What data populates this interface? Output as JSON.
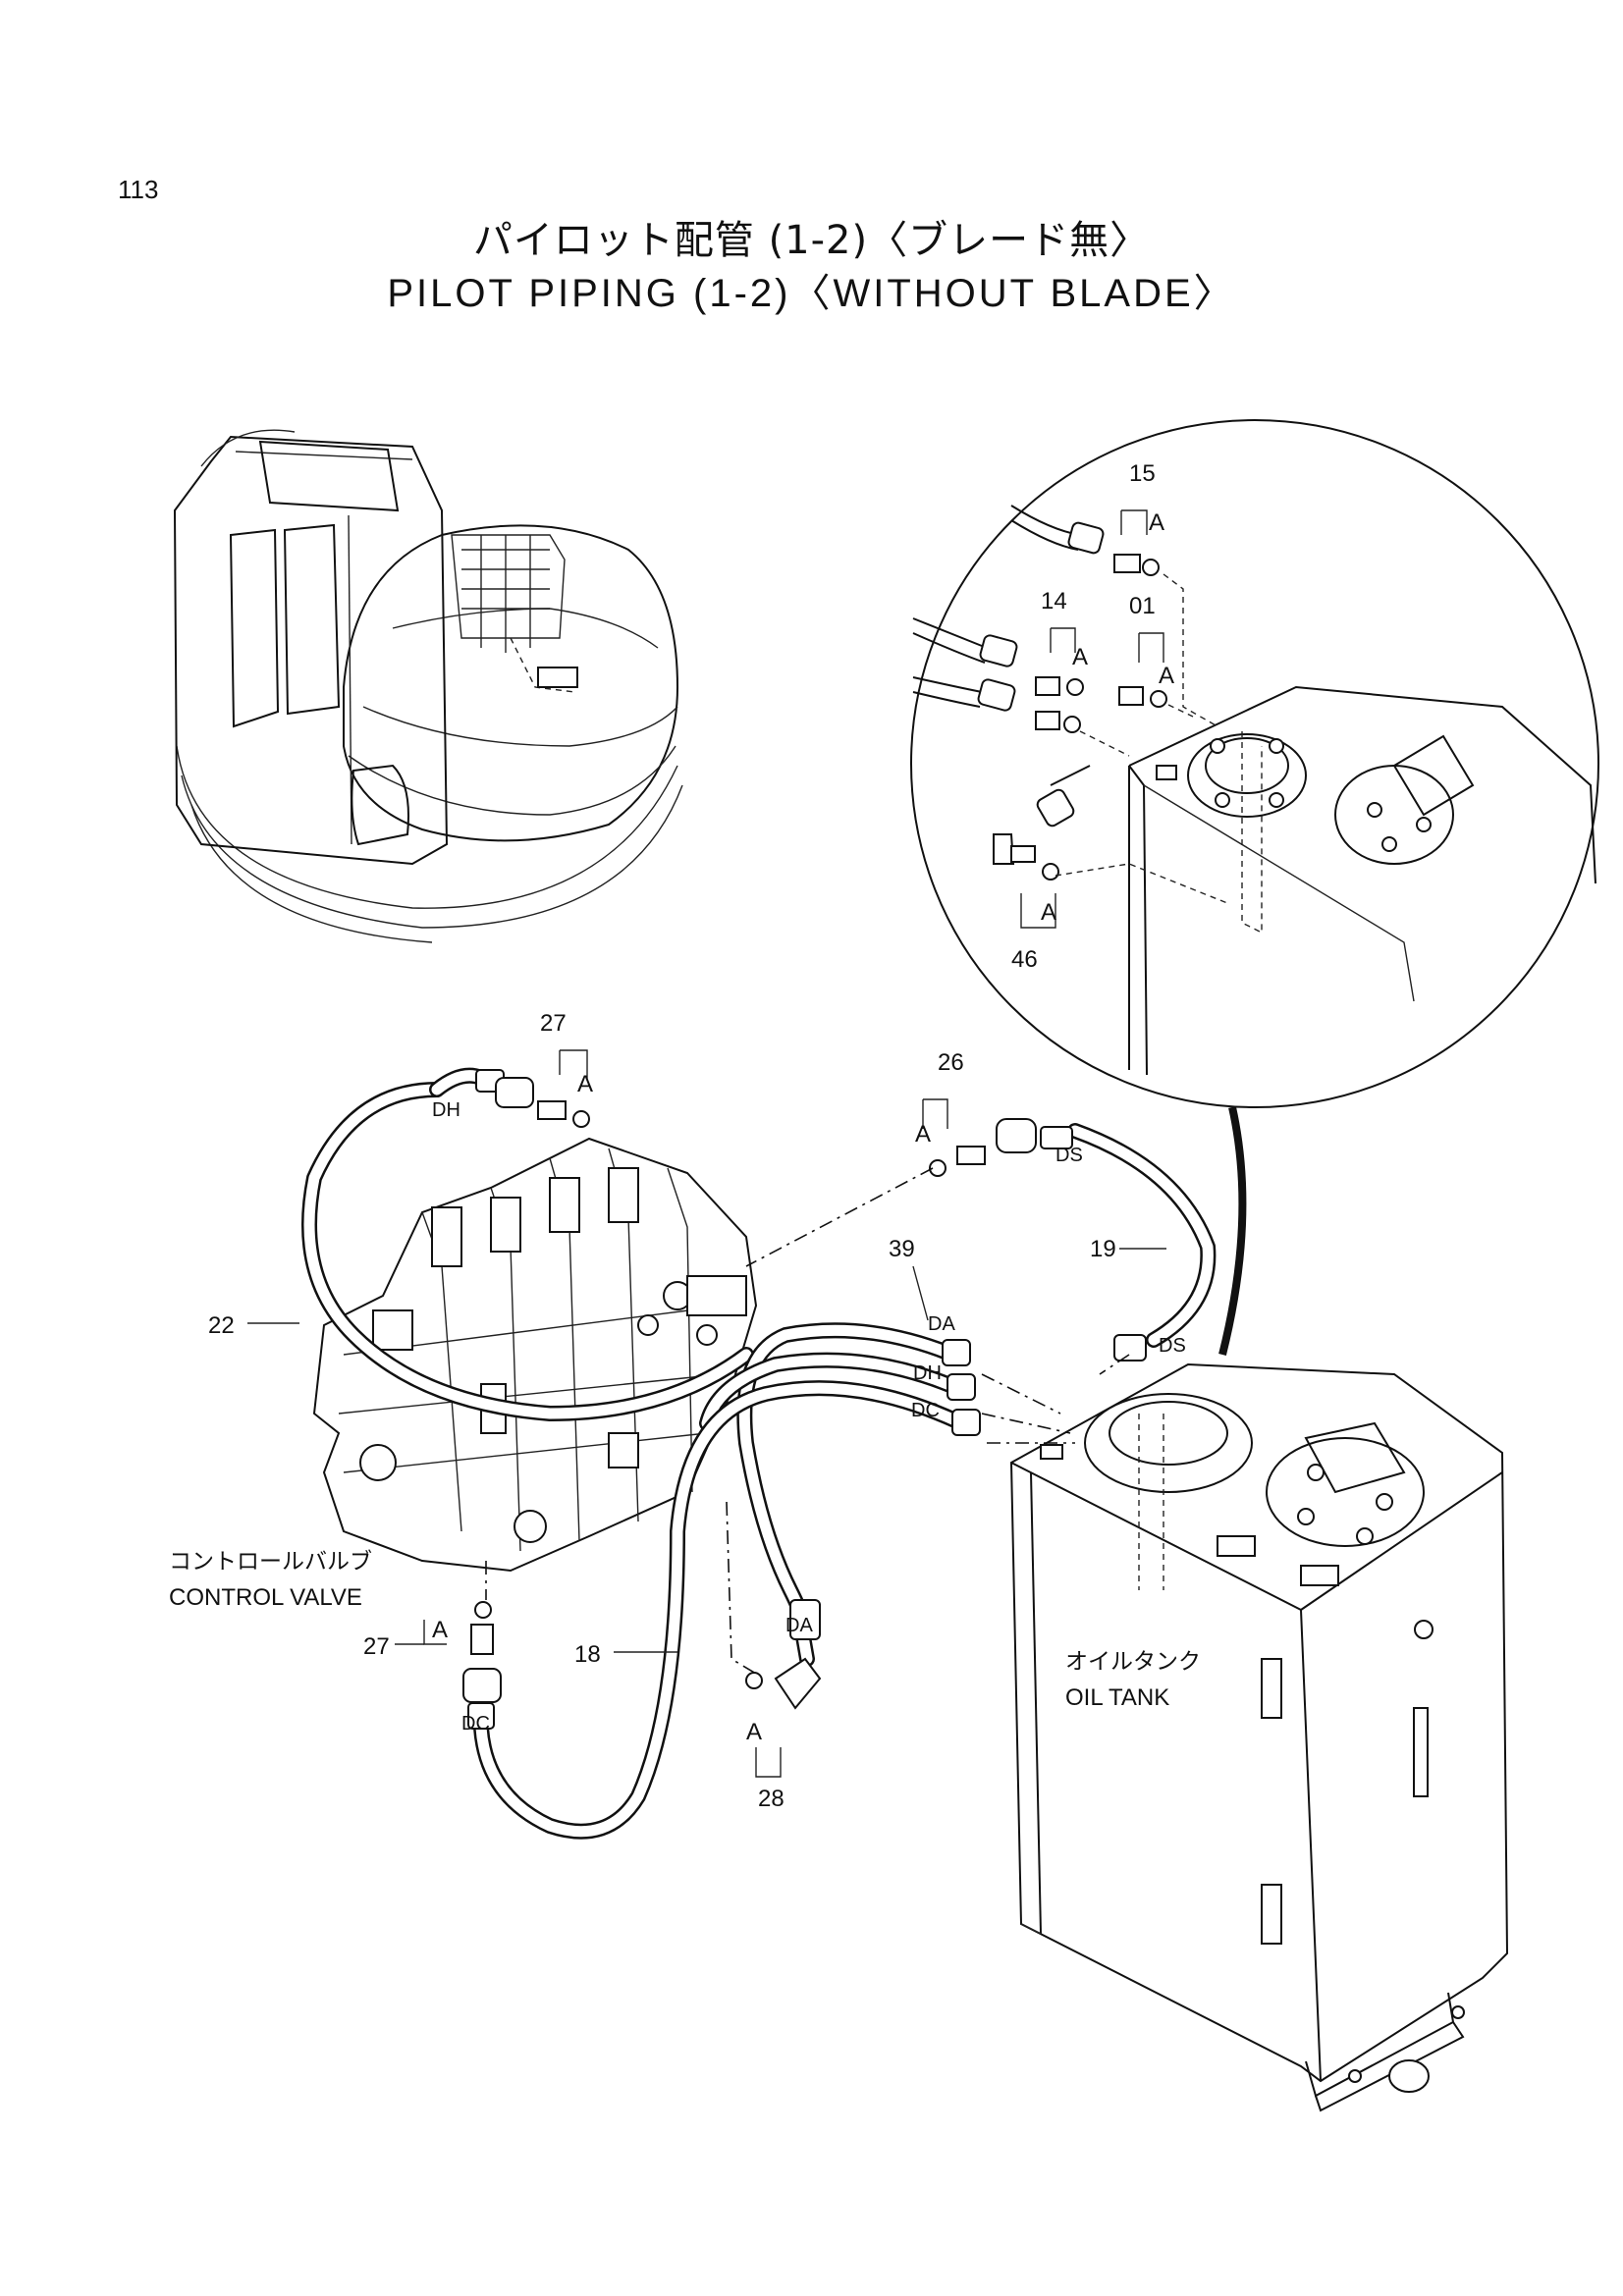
{
  "page_number": "113",
  "title_jp": "パイロット配管 (1-2)〈ブレード無〉",
  "title_en": "PILOT PIPING (1-2)〈WITHOUT BLADE〉",
  "components": {
    "control_valve_jp": "コントロールバルブ",
    "control_valve_en": "CONTROL VALVE",
    "oil_tank_jp": "オイルタンク",
    "oil_tank_en": "OIL TANK"
  },
  "part_numbers": {
    "p15": "15",
    "p14": "14",
    "p01": "01",
    "p46": "46",
    "p27_top": "27",
    "p27_bottom": "27",
    "p26": "26",
    "p22": "22",
    "p39": "39",
    "p19": "19",
    "p18": "18",
    "p28": "28"
  },
  "marker_letter": "A",
  "hose_ends": {
    "dh": "DH",
    "ds": "DS",
    "da": "DA",
    "dc": "DC"
  }
}
